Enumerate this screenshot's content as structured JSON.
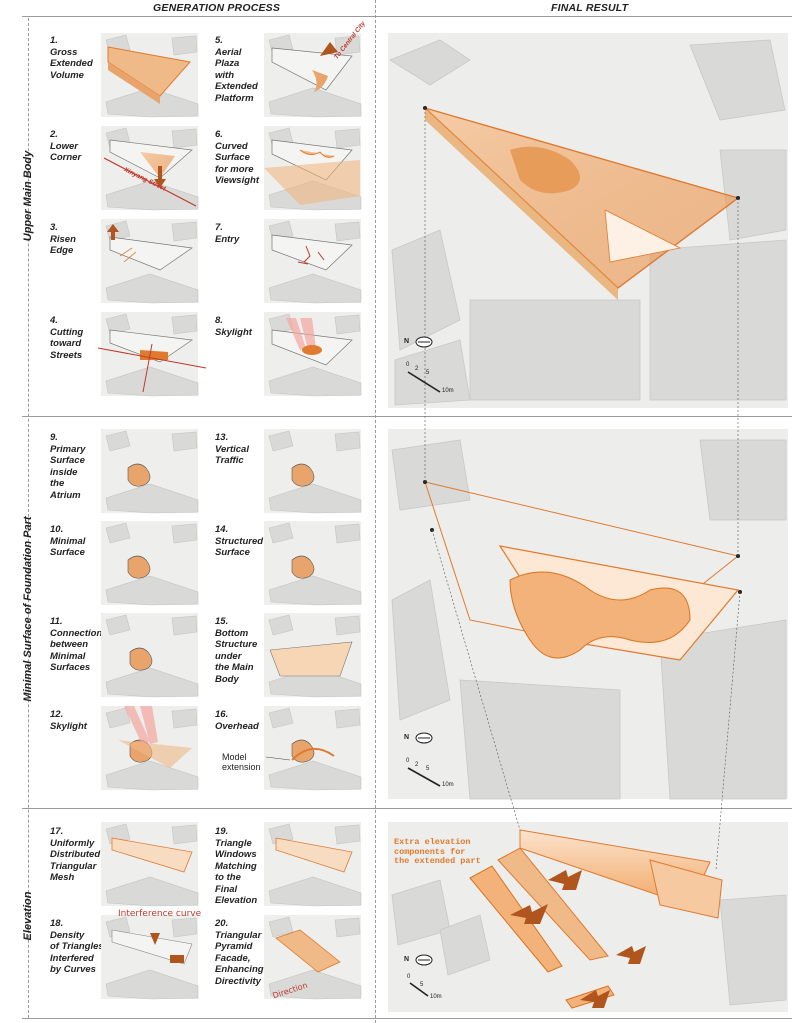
{
  "headers": {
    "process": "GENERATION PROCESS",
    "result": "FINAL RESULT"
  },
  "rows": [
    {
      "label": "Upper Main Body"
    },
    {
      "label": "Minimal Surface of Foundation Part"
    },
    {
      "label": "Elevation"
    }
  ],
  "steps": [
    "1.\nGross\nExtended\nVolume",
    "2.\nLower\nCorner",
    "3.\nRisen\nEdge",
    "4.\nCutting\ntoward\nStreets",
    "5.\nAerial\nPlaza\nwith\nExtended\nPlatform",
    "6.\nCurved\nSurface\nfor more\nViewsight",
    "7.\nEntry",
    "8.\nSkylight",
    "9.\nPrimary\nSurface\ninside\nthe\nAtrium",
    "10.\nMinimal\nSurface",
    "11.\nConnection\nbetween\nMinimal\nSurfaces",
    "12.\nSkylight",
    "13.\nVertical\nTraffic",
    "14.\nStructured\nSurface",
    "15.\nBottom\nStructure\nunder\nthe Main\nBody",
    "16.\nOverhead",
    "17.\nUniformly\nDistributed\nTriangular\nMesh",
    "18.\nDensity\nof Triangles\nInterfered\nby Curves",
    "19.\nTriangle\nWindows\nMatching\nto the\nFinal\nElevation",
    "20.\nTriangular\nPyramid\nFacade,\nEnhancing\nDirectivity"
  ],
  "annotations": {
    "street": "Xinyang Street",
    "central_city": "To Central City",
    "model_extension": "Model\nextension",
    "interference": "Interference curve",
    "direction": "Direction",
    "extra": "Extra elevation\ncomponents for\nthe extended part",
    "north": "N",
    "scale_ticks": [
      "0",
      "2",
      "5"
    ],
    "scale_unit": "10m"
  },
  "colors": {
    "accent": "#e07a2e",
    "red": "#c0392b",
    "mass": "#d8d8d6",
    "bg": "#ededec"
  }
}
